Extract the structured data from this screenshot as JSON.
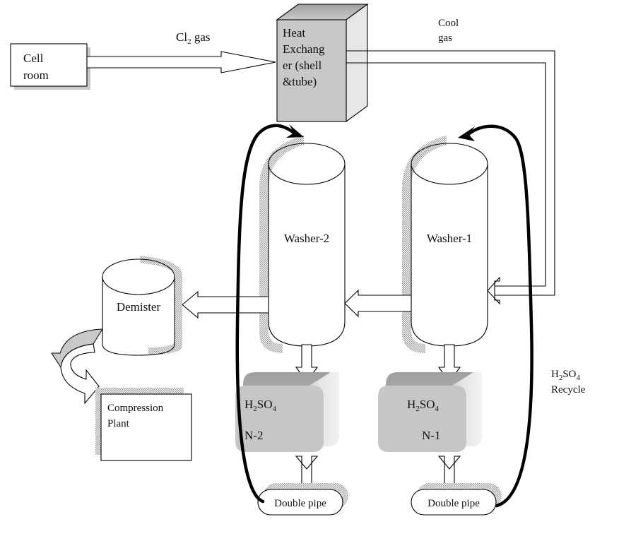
{
  "diagram": {
    "title": "Chlorine gas drying and compression process flow",
    "background_color": "#ffffff"
  },
  "nodes": {
    "cell_room": {
      "label_line1": "Cell",
      "label_line2": "room"
    },
    "heat_exchanger": {
      "label_line1": "Heat",
      "label_line2": "Exchang",
      "label_line3": "er (shell",
      "label_line4": "&tube)",
      "face_color": "#c8c8c8",
      "top_color": "#9a9a9a",
      "side_color": "#e7e7e7"
    },
    "washer_2": {
      "label": "Washer-2",
      "shadow_color": "#b4b4b4"
    },
    "washer_1": {
      "label": "Washer-1",
      "shadow_color": "#b4b4b4"
    },
    "demister": {
      "label": "Demister",
      "shadow_color": "#b4b4b4"
    },
    "compression_plant": {
      "label_line1": "Compression",
      "label_line2": "Plant",
      "shadow_color": "#b4b4b4"
    },
    "h2so4_n2": {
      "formula": "H",
      "formula_sub1": "2",
      "formula_mid": "SO",
      "formula_sub2": "4",
      "stage": "N-2",
      "face_color": "#c6c6c6",
      "top_color": "#a8a8a8"
    },
    "h2so4_n1": {
      "formula": "H",
      "formula_sub1": "2",
      "formula_mid": "SO",
      "formula_sub2": "4",
      "stage": "N-1",
      "face_color": "#c6c6c6",
      "top_color": "#a8a8a8"
    },
    "double_pipe_2": {
      "label": "Double pipe",
      "shadow_color": "#b4b4b4"
    },
    "double_pipe_1": {
      "label": "Double pipe",
      "shadow_color": "#b4b4b4"
    }
  },
  "stream_labels": {
    "cl2_gas": {
      "main": "Cl",
      "sub": "2",
      "tail": " gas"
    },
    "cool_gas": {
      "line1": "Cool",
      "line2": "gas"
    },
    "h2so4_recycle": {
      "formula": "H",
      "sub1": "2",
      "mid": "SO",
      "sub2": "4",
      "line2": "Recycle"
    }
  },
  "connections": [
    {
      "name": "cell-room-to-heat-exchanger",
      "type": "block-arrow",
      "label": "Cl2 gas"
    },
    {
      "name": "heat-exchanger-to-washer-1",
      "type": "double-line-pipe",
      "label": "Cool gas"
    },
    {
      "name": "washer-1-to-washer-2",
      "type": "block-arrow",
      "label": ""
    },
    {
      "name": "washer-2-to-demister",
      "type": "block-arrow",
      "label": ""
    },
    {
      "name": "demister-to-compression-plant",
      "type": "curved-block-arrow",
      "label": ""
    },
    {
      "name": "washer-2-to-h2so4-n2",
      "type": "block-arrow-down",
      "label": ""
    },
    {
      "name": "washer-1-to-h2so4-n1",
      "type": "block-arrow-down",
      "label": ""
    },
    {
      "name": "h2so4-n2-to-double-pipe-2",
      "type": "double-headed-arrow",
      "label": ""
    },
    {
      "name": "h2so4-n1-to-double-pipe-1",
      "type": "double-headed-arrow",
      "label": ""
    },
    {
      "name": "double-pipe-2-recycle-to-washer-2",
      "type": "thick-curve",
      "label": ""
    },
    {
      "name": "double-pipe-1-recycle-to-washer-1",
      "type": "thick-curve",
      "label": "H2SO4 Recycle"
    }
  ]
}
